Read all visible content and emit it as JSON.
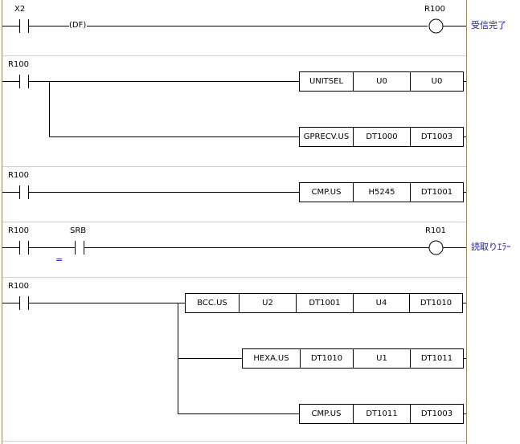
{
  "rungs": [
    {
      "contacts": [
        "X2"
      ],
      "modifier": "(DF)",
      "coil": "R100",
      "comment": "受信完了"
    },
    {
      "contacts": [
        "R100"
      ],
      "instructions": [
        {
          "op": "UNITSEL",
          "args": [
            "U0",
            "U0"
          ]
        },
        {
          "op": "GPRECV.US",
          "args": [
            "DT1000",
            "DT1003"
          ]
        }
      ]
    },
    {
      "contacts": [
        "R100"
      ],
      "instructions": [
        {
          "op": "CMP.US",
          "args": [
            "H5245",
            "DT1001"
          ]
        }
      ]
    },
    {
      "contacts": [
        "R100",
        "SRB"
      ],
      "compare_marker": "=",
      "coil": "R101",
      "comment": "読取りｴﾗｰ"
    },
    {
      "contacts": [
        "R100"
      ],
      "instructions": [
        {
          "op": "BCC.US",
          "args": [
            "U2",
            "DT1001",
            "U4",
            "DT1010"
          ]
        },
        {
          "op": "HEXA.US",
          "args": [
            "DT1010",
            "U1",
            "DT1011"
          ]
        },
        {
          "op": "CMP.US",
          "args": [
            "DT1011",
            "DT1003"
          ]
        }
      ]
    }
  ]
}
